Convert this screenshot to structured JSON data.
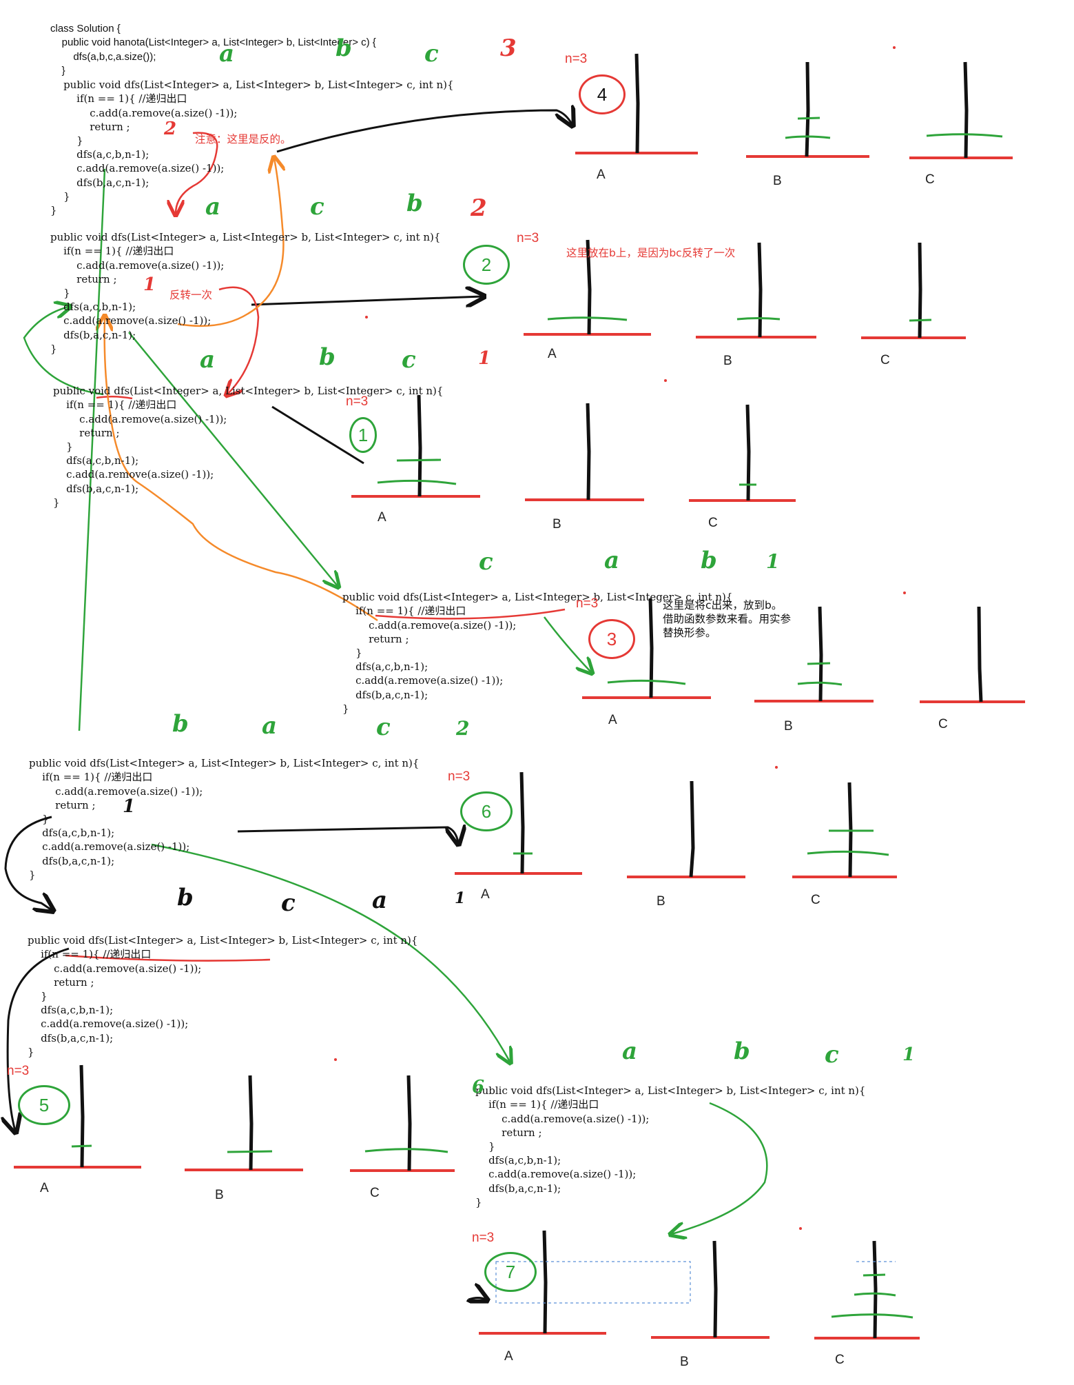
{
  "colors": {
    "red": "#e53935",
    "green": "#2ea43a",
    "orange": "#f58a2a",
    "black": "#111111",
    "blue_dashed": "#5b8fd6"
  },
  "code_top": {
    "l1": "class Solution {",
    "l2": "    public void hanota(List<Integer> a, List<Integer> b, List<Integer> c) {",
    "l3": "        dfs(a,b,c,a.size());",
    "l4": "    }",
    "l5": "    public void dfs(List<Integer> a, List<Integer> b, List<Integer> c, int n){",
    "l6": "        if(n == 1){ //递归出口",
    "l7": "            c.add(a.remove(a.size() -1));",
    "l8": "            return ;",
    "l9": "        }",
    "l10": "        dfs(a,c,b,n-1);",
    "l11": "        c.add(a.remove(a.size() -1));",
    "l12": "        dfs(b,a,c,n-1);",
    "l13": "    }",
    "l14": "}"
  },
  "dfs_code": {
    "sig": "public void dfs(List<Integer> a, List<Integer> b, List<Integer> c, int n){",
    "if": "    if(n == 1){ //递归出口",
    "add": "        c.add(a.remove(a.size() -1));",
    "ret": "        return ;",
    "close_if": "    }",
    "dfs1": "    dfs(a,c,b,n-1);",
    "add2": "    c.add(a.remove(a.size() -1));",
    "dfs2": "    dfs(b,a,c,n-1);",
    "close": "}"
  },
  "notes": {
    "reversed": "注意：这里是反的。",
    "reverse_once": "反转一次",
    "placed_on_b": "这里放在b上，是因为bc反转了一次",
    "take_c_out": "这里是将c出来，放到b。\n借助函数参数来看。用实参\n替换形参。"
  },
  "n_label": "n=3",
  "pegs": {
    "a": "A",
    "b": "B",
    "c": "C"
  },
  "steps": [
    "4",
    "2",
    "1",
    "3",
    "6",
    "5",
    "7"
  ],
  "handwritten": {
    "h1": [
      "a",
      "b",
      "c",
      "3"
    ],
    "h2": [
      "a",
      "c",
      "b",
      "2"
    ],
    "h3": [
      "a",
      "b",
      "c",
      "1"
    ],
    "h4": [
      "c",
      "a",
      "b",
      "1"
    ],
    "h5": [
      "b",
      "a",
      "c",
      "2"
    ],
    "h6": [
      "b",
      "c",
      "a",
      "1"
    ],
    "h7": [
      "a",
      "b",
      "c",
      "1"
    ],
    "red_marks": [
      "2",
      "1",
      "1"
    ],
    "six": "6"
  }
}
